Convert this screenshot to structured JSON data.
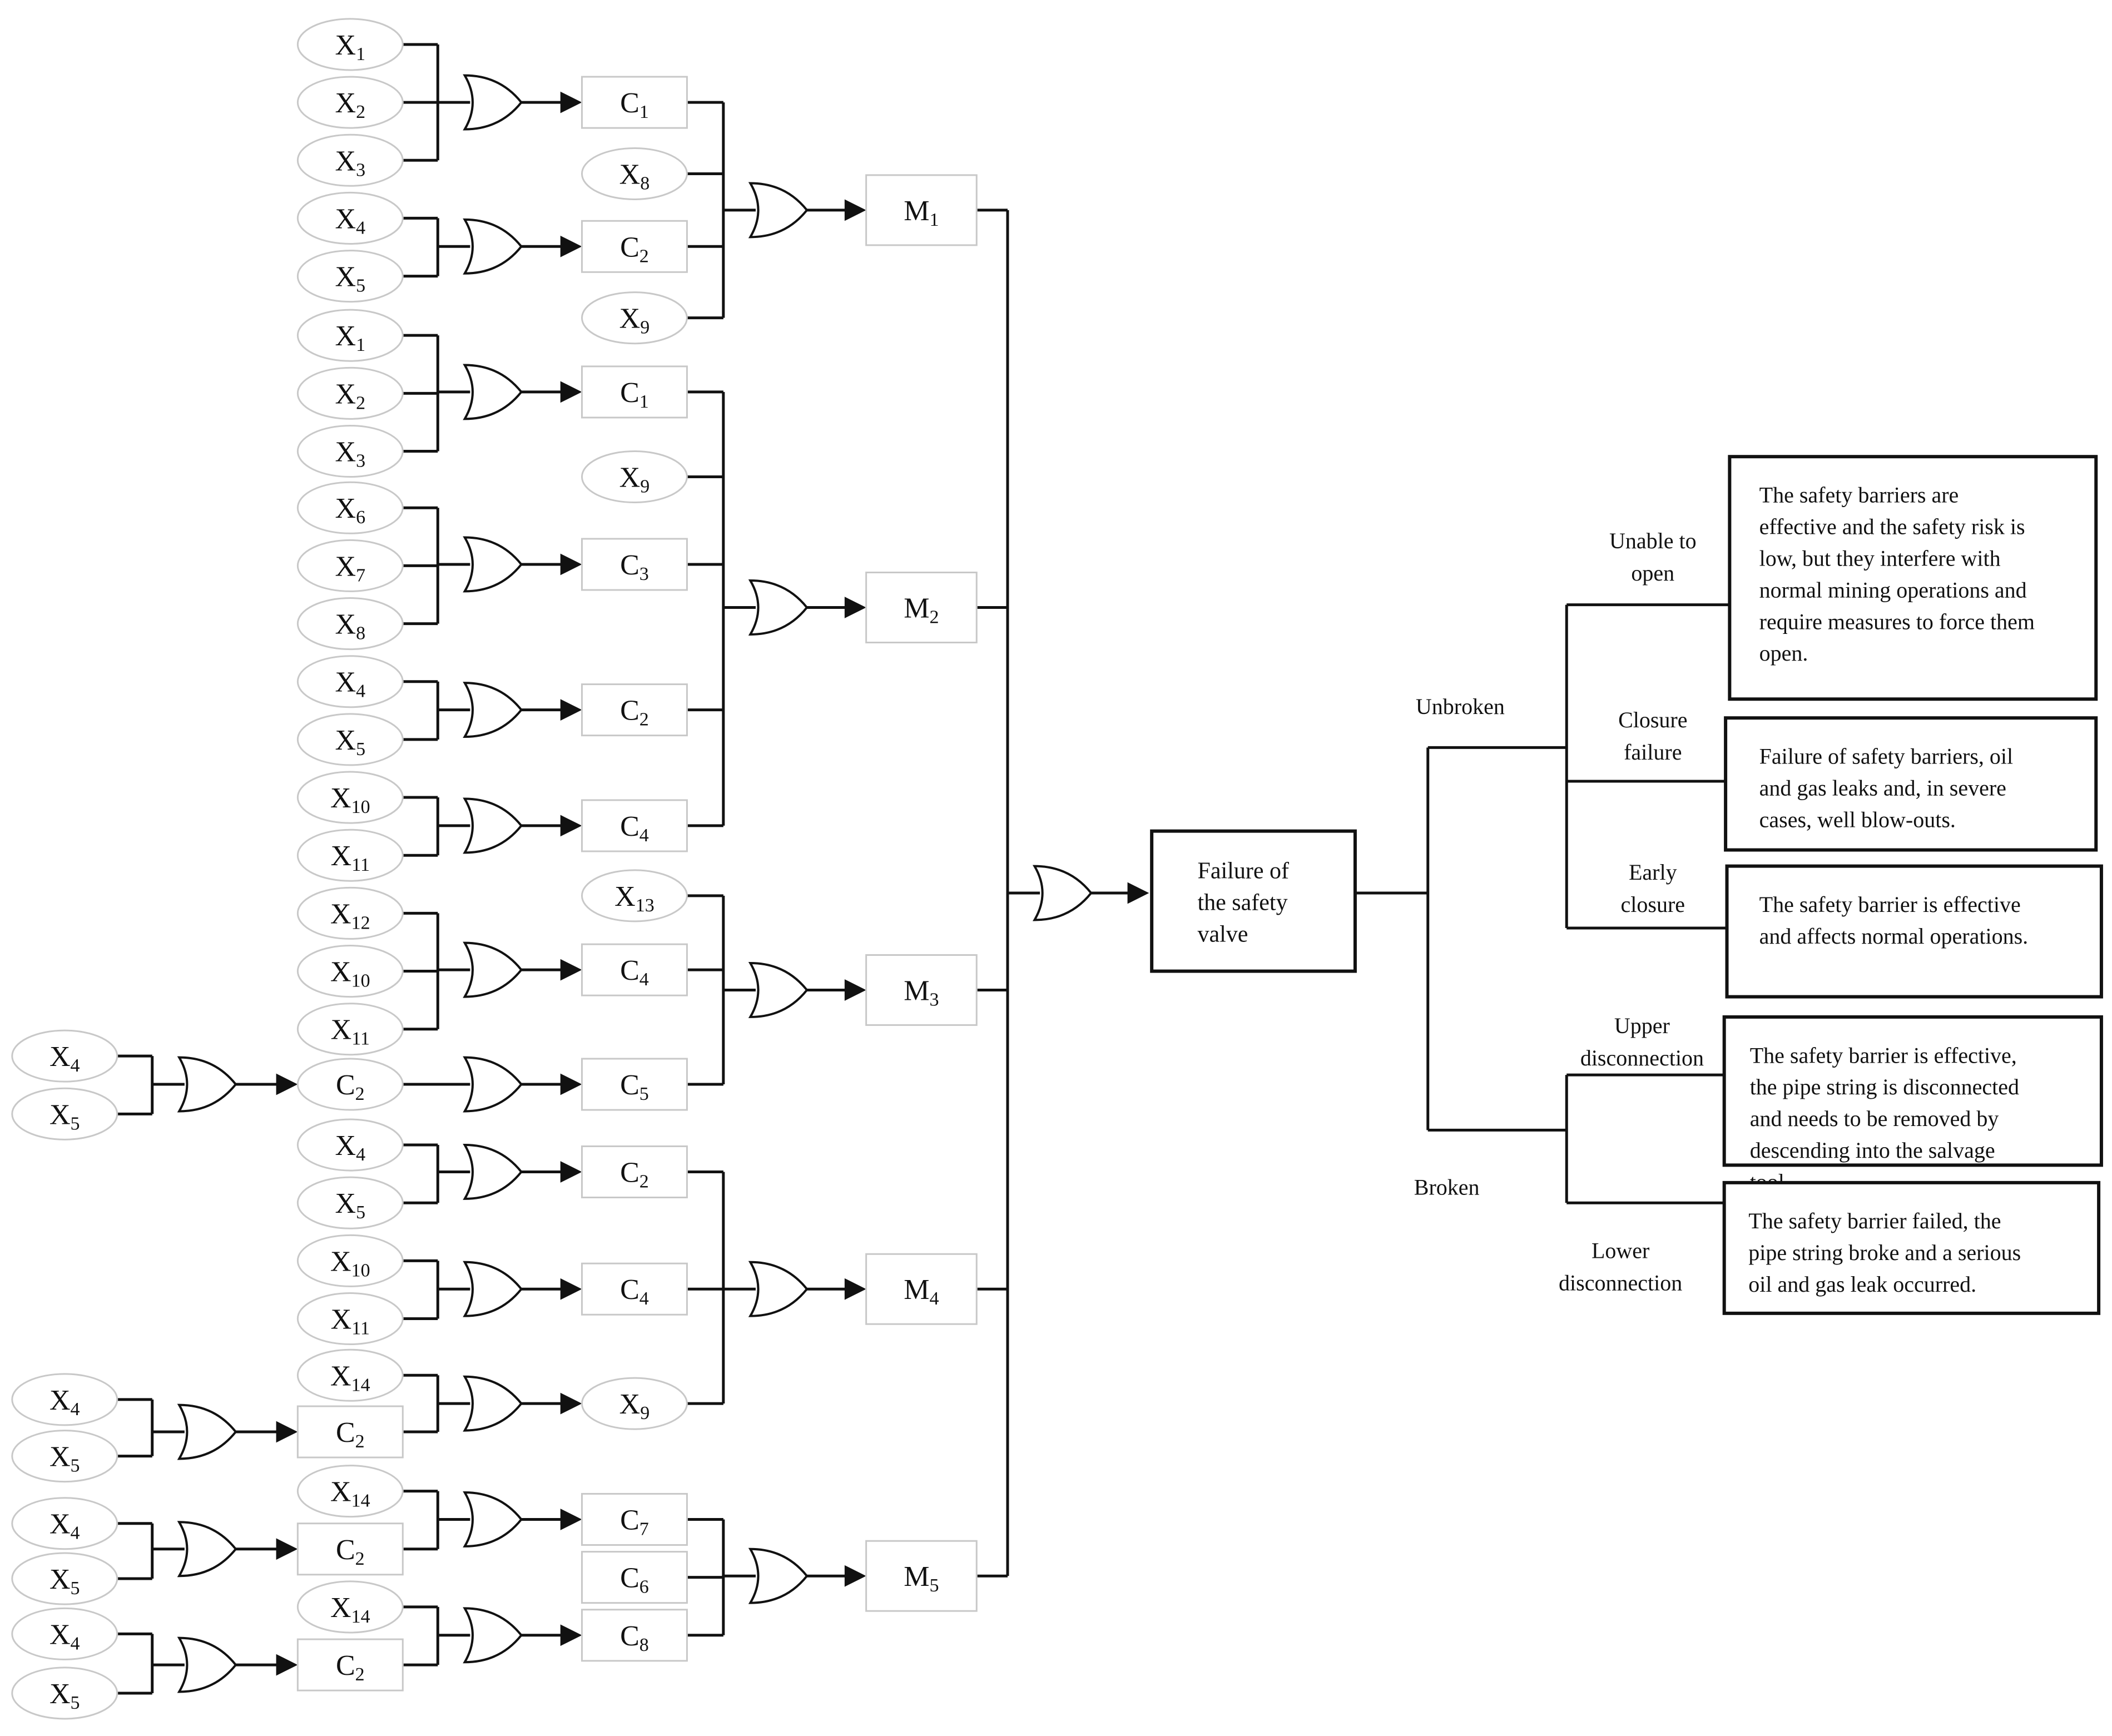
{
  "fault_tree": {
    "top_event": [
      "Failure of",
      "the safety",
      "valve"
    ],
    "blocks": [
      {
        "name": "M1",
        "children": [
          {
            "type": "C",
            "label": "C1",
            "inputs": [
              "X1",
              "X2",
              "X3"
            ]
          },
          {
            "type": "X",
            "label": "X8"
          },
          {
            "type": "C",
            "label": "C2",
            "inputs": [
              "X4",
              "X5"
            ]
          },
          {
            "type": "X",
            "label": "X9"
          }
        ]
      },
      {
        "name": "M2",
        "children": [
          {
            "type": "C",
            "label": "C1",
            "inputs": [
              "X1",
              "X2",
              "X3"
            ]
          },
          {
            "type": "X",
            "label": "X9"
          },
          {
            "type": "C",
            "label": "C3",
            "inputs": [
              "X6",
              "X7",
              "X8"
            ]
          },
          {
            "type": "C",
            "label": "C2",
            "inputs": [
              "X4",
              "X5"
            ]
          },
          {
            "type": "C",
            "label": "C4",
            "inputs": [
              "X10",
              "X11"
            ]
          }
        ]
      },
      {
        "name": "M3",
        "children": [
          {
            "type": "X",
            "label": "X13"
          },
          {
            "type": "C",
            "label": "C4",
            "inputs": [
              "X12",
              "X10",
              "X11"
            ]
          },
          {
            "type": "C",
            "label": "C5",
            "inputs": [
              {
                "type": "C",
                "label": "C2",
                "inputs": [
                  "X4",
                  "X5"
                ]
              }
            ]
          }
        ]
      },
      {
        "name": "M4",
        "children": [
          {
            "type": "C",
            "label": "C2",
            "inputs": [
              "X4",
              "X5"
            ]
          },
          {
            "type": "C",
            "label": "C4",
            "inputs": [
              "X10",
              "X11"
            ]
          },
          {
            "type": "X",
            "label": "X9",
            "inputs": [
              "X14",
              {
                "type": "C",
                "label": "C2",
                "inputs": [
                  "X4",
                  "X5"
                ]
              }
            ]
          }
        ]
      },
      {
        "name": "M5",
        "children": [
          {
            "type": "C",
            "label": "C7",
            "inputs": [
              "X14",
              {
                "type": "C",
                "label": "C2",
                "inputs": [
                  "X4",
                  "X5"
                ]
              }
            ]
          },
          {
            "type": "C",
            "label": "C6"
          },
          {
            "type": "C",
            "label": "C8",
            "inputs": [
              "X14",
              {
                "type": "C",
                "label": "C2",
                "inputs": [
                  "X4",
                  "X5"
                ]
              }
            ]
          }
        ]
      }
    ]
  },
  "consequences": {
    "states": [
      {
        "label": "Unbroken",
        "modes": [
          {
            "label": [
              "Unable to",
              "open"
            ],
            "effect": [
              "The safety barriers are",
              "effective and the safety risk is",
              "low, but they interfere with",
              "normal mining operations and",
              "require measures to force them",
              "open."
            ]
          },
          {
            "label": [
              "Closure",
              "failure"
            ],
            "effect": [
              "Failure of safety barriers, oil",
              "and gas leaks and, in severe",
              "cases, well blow-outs."
            ]
          },
          {
            "label": [
              "Early",
              "closure"
            ],
            "effect": [
              "The safety barrier is effective",
              "and affects normal operations."
            ]
          }
        ]
      },
      {
        "label": "Broken",
        "modes": [
          {
            "label": [
              "Upper",
              "disconnection"
            ],
            "effect": [
              "The safety barrier is effective,",
              "the pipe string is disconnected",
              "and needs to be removed by",
              "descending into the salvage",
              "tool."
            ]
          },
          {
            "label": [
              "Lower",
              "disconnection"
            ],
            "effect": [
              "The safety barrier failed, the",
              "pipe string broke and a serious",
              "oil and gas leak occurred."
            ]
          }
        ]
      }
    ]
  }
}
